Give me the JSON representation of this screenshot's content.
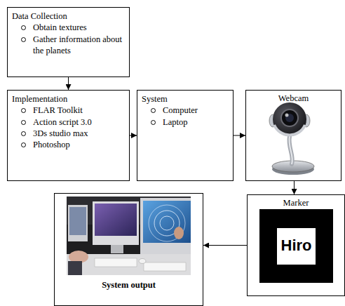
{
  "diagram": {
    "nodes": [
      {
        "text": [
          "Data Collection",
          "Obtain textures",
          "Gather information about the planets"
        ]
      },
      {
        "text": [
          "Implementation",
          "FLAR Toolkit",
          "Action script 3.0",
          "3Ds studio max",
          "Photoshop"
        ]
      },
      {
        "text": [
          "System",
          "Computer",
          "Laptop"
        ]
      },
      {
        "text": [
          "Webcam"
        ]
      },
      {
        "text": [
          "System output"
        ]
      },
      {
        "text": [
          "Marker"
        ]
      }
    ],
    "edges": [
      {
        "from": 0,
        "to": 1,
        "arrow": "to"
      },
      {
        "from": 1,
        "to": 2,
        "arrow": "to"
      },
      {
        "from": 2,
        "to": 3,
        "arrow": "to"
      },
      {
        "from": 3,
        "to": 5,
        "arrow": "to"
      },
      {
        "from": 5,
        "to": 4,
        "arrow": "to"
      }
    ],
    "labels": [
      "Hiro"
    ]
  }
}
